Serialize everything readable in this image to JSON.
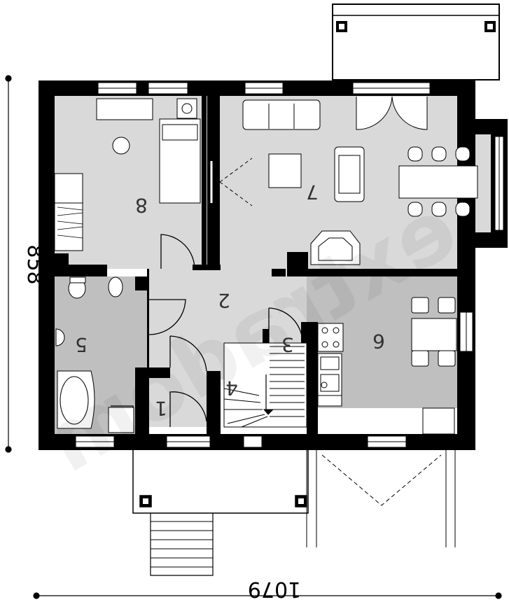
{
  "watermark": "extradom",
  "dimensions": {
    "width": "1079",
    "height": "858"
  },
  "rooms": [
    {
      "id": "room-1",
      "number": "1"
    },
    {
      "id": "room-2",
      "number": "2"
    },
    {
      "id": "room-3",
      "number": "3"
    },
    {
      "id": "room-4",
      "number": "4"
    },
    {
      "id": "room-5",
      "number": "5"
    },
    {
      "id": "room-6",
      "number": "6"
    },
    {
      "id": "room-7",
      "number": "7"
    },
    {
      "id": "room-8",
      "number": "8"
    }
  ],
  "colors": {
    "wall": "#000000",
    "room_light": "#d9d9d9",
    "room_dark": "#bfbfbf",
    "background": "#ffffff"
  }
}
